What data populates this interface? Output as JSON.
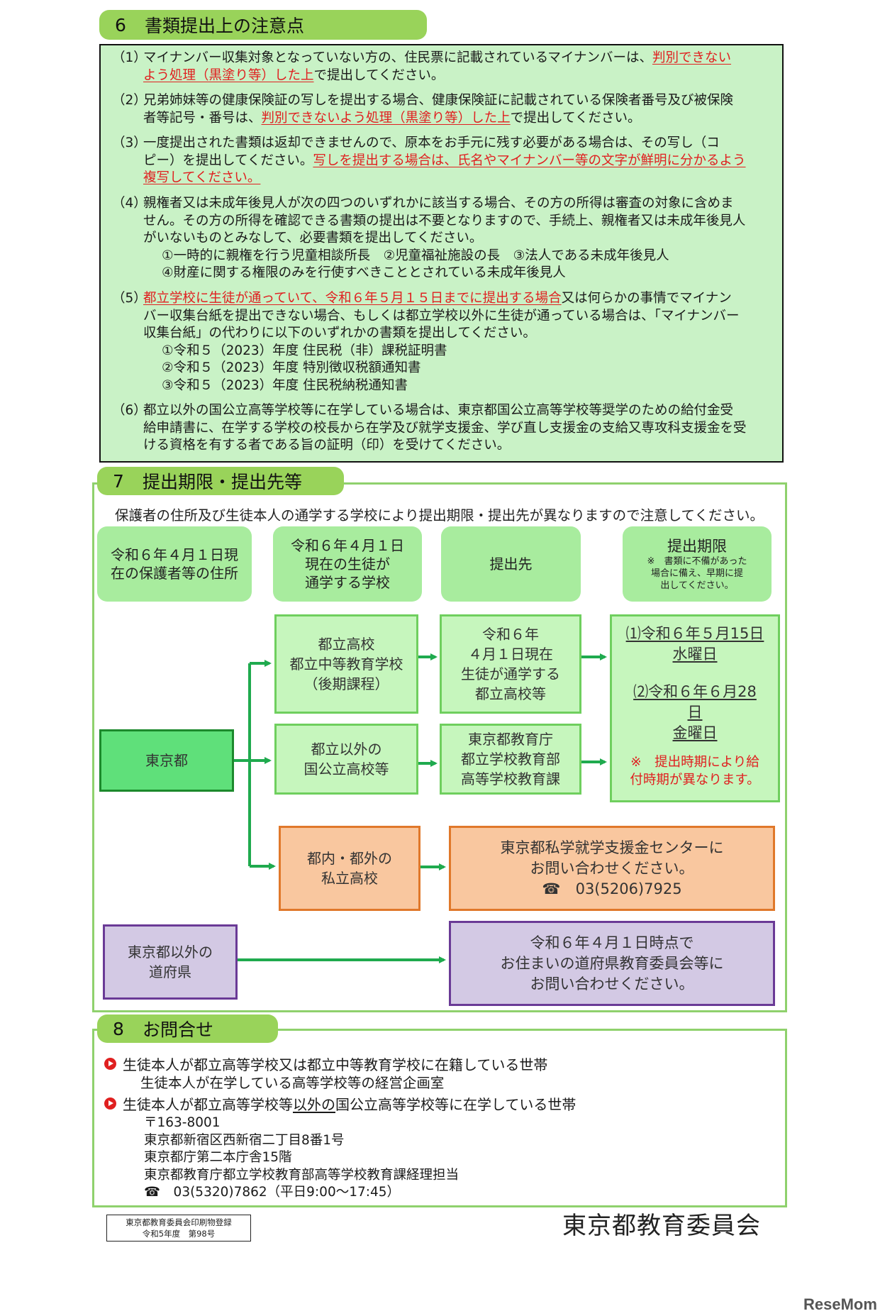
{
  "section6": {
    "num": "6",
    "title": "書類提出上の注意点",
    "items": [
      {
        "prefix": "（1）",
        "l1a": "マイナンバー収集対象となっていない方の、住民票に記載されているマイナンバーは、",
        "l1red": "判別できない",
        "l2red": "よう処理（黒塗り等）した上",
        "l2b": "で提出してください。"
      },
      {
        "prefix": "（2）",
        "l1": "兄弟姉妹等の健康保険証の写しを提出する場合、健康保険証に記載されている保険者番号及び被保険",
        "l2a": "者等記号・番号は、",
        "l2red": "判別できないよう処理（黒塗り等）した上",
        "l2b": "で提出してください。"
      },
      {
        "prefix": "（3）",
        "l1": "一度提出された書類は返却できませんので、原本をお手元に残す必要がある場合は、その写し（コ",
        "l2a": "ピー）を提出してください。",
        "l2red": "写しを提出する場合は、氏名やマイナンバー等の文字が鮮明に分かるよう",
        "l3red": "複写してください。"
      },
      {
        "prefix": "（4）",
        "l1": "親権者又は未成年後見人が次の四つのいずれかに該当する場合、その方の所得は審査の対象に含めま",
        "l2": "せん。その方の所得を確認できる書類の提出は不要となりますので、手続上、親権者又は未成年後見人",
        "l3": "がいないものとみなして、必要書類を提出してください。",
        "l4": "①一時的に親権を行う児童相談所長　②児童福祉施設の長　③法人である未成年後見人",
        "l5": "④財産に関する権限のみを行使すべきこととされている未成年後見人"
      },
      {
        "prefix": "（5）",
        "l1red": "都立学校に生徒が通っていて、令和６年５月１５日までに提出する場合",
        "l1b": "又は何らかの事情でマイナン",
        "l2": "バー収集台紙を提出できない場合、もしくは都立学校以外に生徒が通っている場合は、「マイナンバー",
        "l3": "収集台紙」の代わりに以下のいずれかの書類を提出してください。",
        "l4": "①令和５（2023）年度 住民税（非）課税証明書",
        "l5": "②令和５（2023）年度 特別徴収税額通知書",
        "l6": "③令和５（2023）年度 住民税納税通知書"
      },
      {
        "prefix": "（6）",
        "l1": "都立以外の国公立高等学校等に在学している場合は、東京都国公立高等学校等奨学のための給付金受",
        "l2": "給申請書に、在学する学校の校長から在学及び就学支援金、学び直し支援金の支給又専攻科支援金を受",
        "l3": "ける資格を有する者である旨の証明（印）を受けてください。"
      }
    ]
  },
  "section7": {
    "num": "7",
    "title": "提出期限・提出先等",
    "note": "保護者の住所及び生徒本人の通学する学校により提出期限・提出先が異なりますので注意してください。",
    "headers": {
      "address_l1": "令和６年４月１日現",
      "address_l2": "在の保護者等の住所",
      "school_l1": "令和６年４月１日",
      "school_l2": "現在の生徒が",
      "school_l3": "通学する学校",
      "dest": "提出先",
      "deadline_title": "提出期限",
      "deadline_n1": "※　書類に不備があった",
      "deadline_n2": "場合に備え、早期に提",
      "deadline_n3": "出してください。"
    },
    "tokyo": "東京都",
    "toritsu_l1": "都立高校",
    "toritsu_l2": "都立中等教育学校",
    "toritsu_l3": "（後期課程）",
    "kokuritsu_l1": "都立以外の",
    "kokuritsu_l2": "国公立高校等",
    "dest1_l1": "令和６年",
    "dest1_l2": "４月１日現在",
    "dest1_l3": "生徒が通学する",
    "dest1_l4": "都立高校等",
    "dest2_l1": "東京都教育庁",
    "dest2_l2": "都立学校教育部",
    "dest2_l3": "高等学校教育課",
    "deadline_d1a": "⑴令和６年５月15日",
    "deadline_d1b": "水曜日",
    "deadline_d2a": "⑵令和６年６月28",
    "deadline_d2b": "日",
    "deadline_d2c": "金曜日",
    "deadline_w1": "※　提出時期により給",
    "deadline_w2": "付時期が異なります。",
    "private_l1": "都内・都外の",
    "private_l2": "私立高校",
    "private_dest_l1": "東京都私学就学支援金センターに",
    "private_dest_l2": "お問い合わせください。",
    "private_dest_tel": "☎　03(5206)7925",
    "other_l1": "東京都以外の",
    "other_l2": "道府県",
    "other_dest_l1": "令和６年４月１日時点で",
    "other_dest_l2": "お住まいの道府県教育委員会等に",
    "other_dest_l3": "お問い合わせください。"
  },
  "section8": {
    "num": "8",
    "title": "お問合せ",
    "b1": "生徒本人が都立高等学校又は都立中等教育学校に在籍している世帯",
    "b1_sub": "生徒本人が在学している高等学校等の経営企画室",
    "b2a": "生徒本人が都立高等学校等",
    "b2u": "以外の",
    "b2b": "国公立高等学校等に在学している世帯",
    "zip": "〒163-8001",
    "addr1": "東京都新宿区西新宿二丁目8番1号",
    "addr2": "東京都庁第二本庁舎15階",
    "addr3": "東京都教育庁都立学校教育部高等学校教育課経理担当",
    "tel": "☎　03(5320)7862（平日9:00～17:45）"
  },
  "footer": {
    "reg_l1": "東京都教育委員会印刷物登録",
    "reg_l2": "令和5年度　第98号",
    "board": "東京都教育委員会",
    "watermark": "ReseMom"
  },
  "colors": {
    "header_green": "#99d35a",
    "box_green": "#c9f2c6",
    "red": "#e02020",
    "arrow_green": "#1faa4e",
    "orange_border": "#e0782a",
    "purple_border": "#6a3a96"
  }
}
